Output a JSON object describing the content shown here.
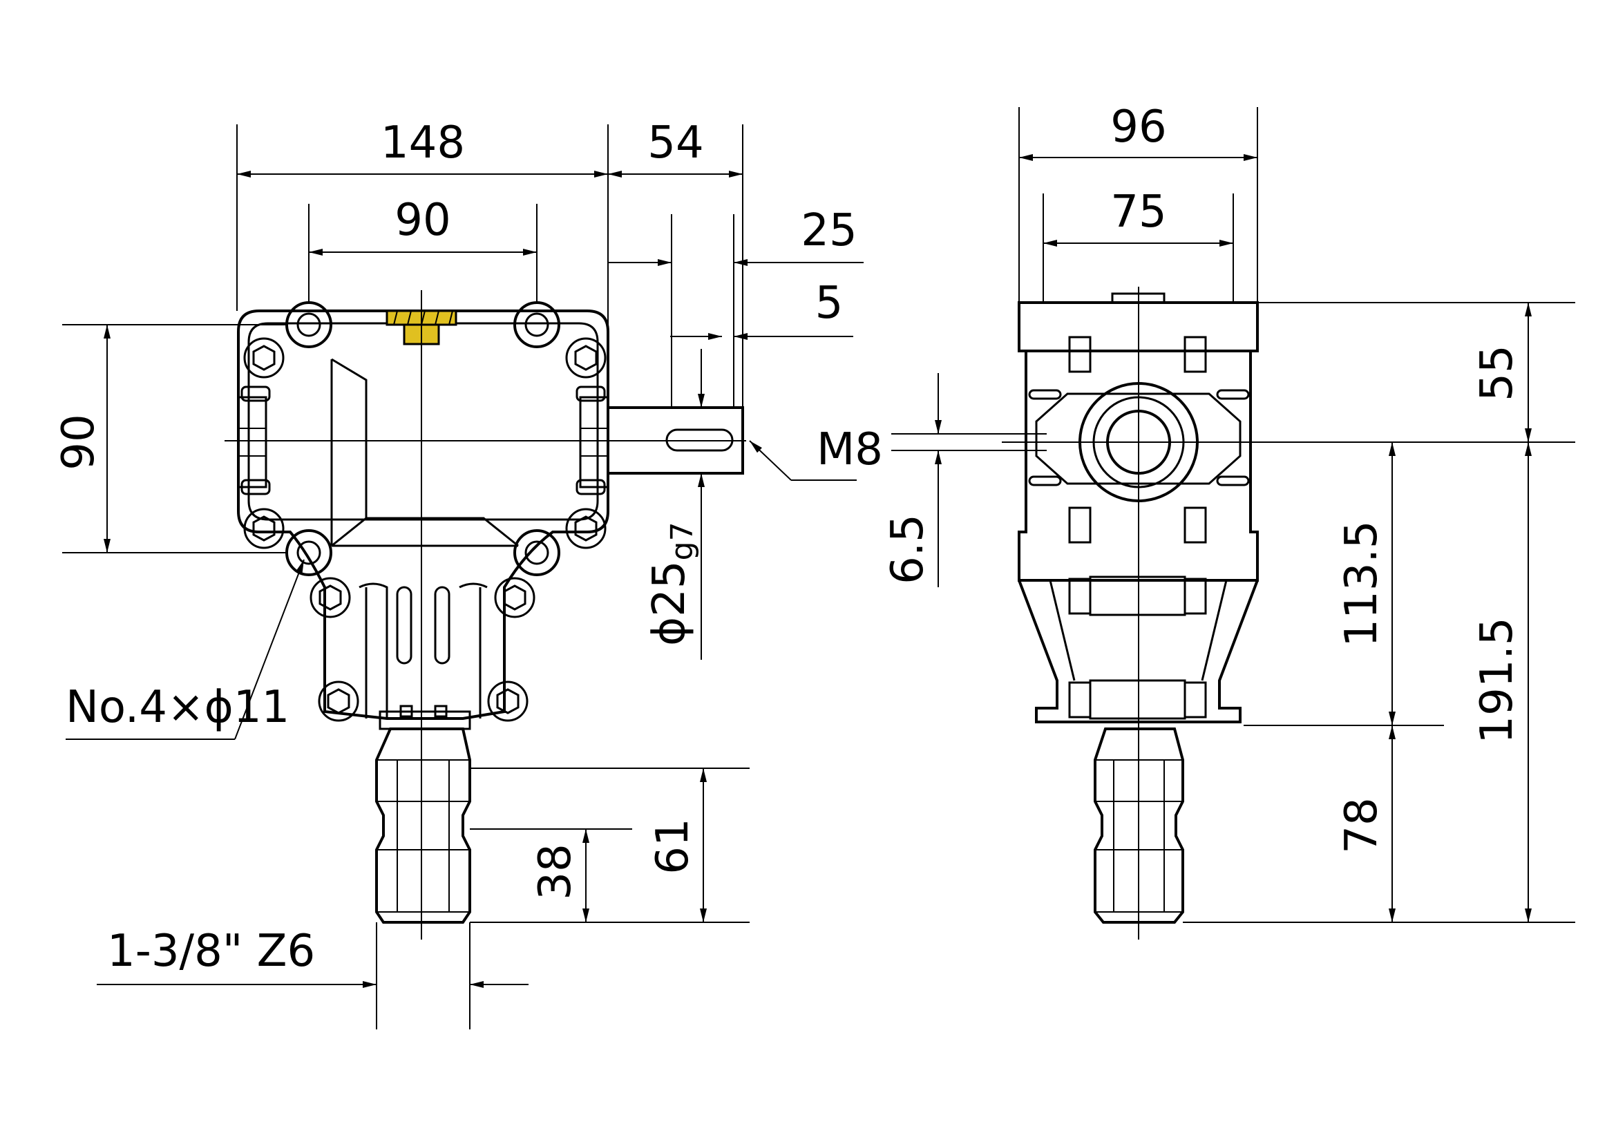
{
  "colors": {
    "line": "#000000",
    "background": "#ffffff",
    "hatch": "#e0c020"
  },
  "front_view": {
    "dim_overall_width": "148",
    "dim_shaft_projection": "54",
    "dim_bolt_spacing_h": "90",
    "dim_shaft_length": "25",
    "dim_key_offset": "5",
    "dim_bolt_spacing_v": "90",
    "thread_label": "M8",
    "shaft_diameter": "ϕ25",
    "shaft_tolerance": "g7",
    "holes_label": "No.4×ϕ11",
    "input_shaft_length": "61",
    "spline_length": "38",
    "spline_label": "1-3/8\" Z6"
  },
  "side_view": {
    "dim_overall_width": "96",
    "dim_flange_width": "75",
    "dim_top_height": "55",
    "dim_offset": "6.5",
    "dim_center_to_flange": "113.5",
    "dim_total_height": "191.5",
    "dim_shaft_height": "78"
  }
}
